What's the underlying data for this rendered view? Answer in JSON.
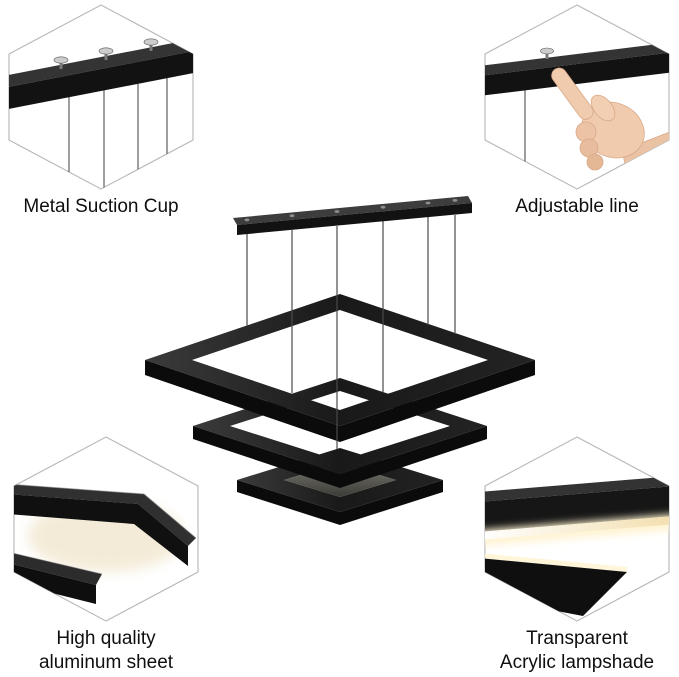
{
  "colors": {
    "background": "#ffffff",
    "hex_border": "#b7babd",
    "label_text": "#0f0f0f",
    "fixture_black": "#161616",
    "wire_gray": "#4a4a4a",
    "led_warm": "#f3dfae",
    "skin_tone": "#f0cbae"
  },
  "callouts": {
    "top_left": {
      "label": "Metal Suction Cup",
      "icon": "suction-cup-detail"
    },
    "top_right": {
      "label": "Adjustable line",
      "icon": "hand-adjusting-line-detail"
    },
    "bottom_left": {
      "line1": "High quality",
      "line2": "aluminum sheet",
      "icon": "aluminum-frame-detail"
    },
    "bottom_right": {
      "line1": "Transparent",
      "line2": "Acrylic lampshade",
      "icon": "acrylic-lampshade-detail"
    }
  }
}
